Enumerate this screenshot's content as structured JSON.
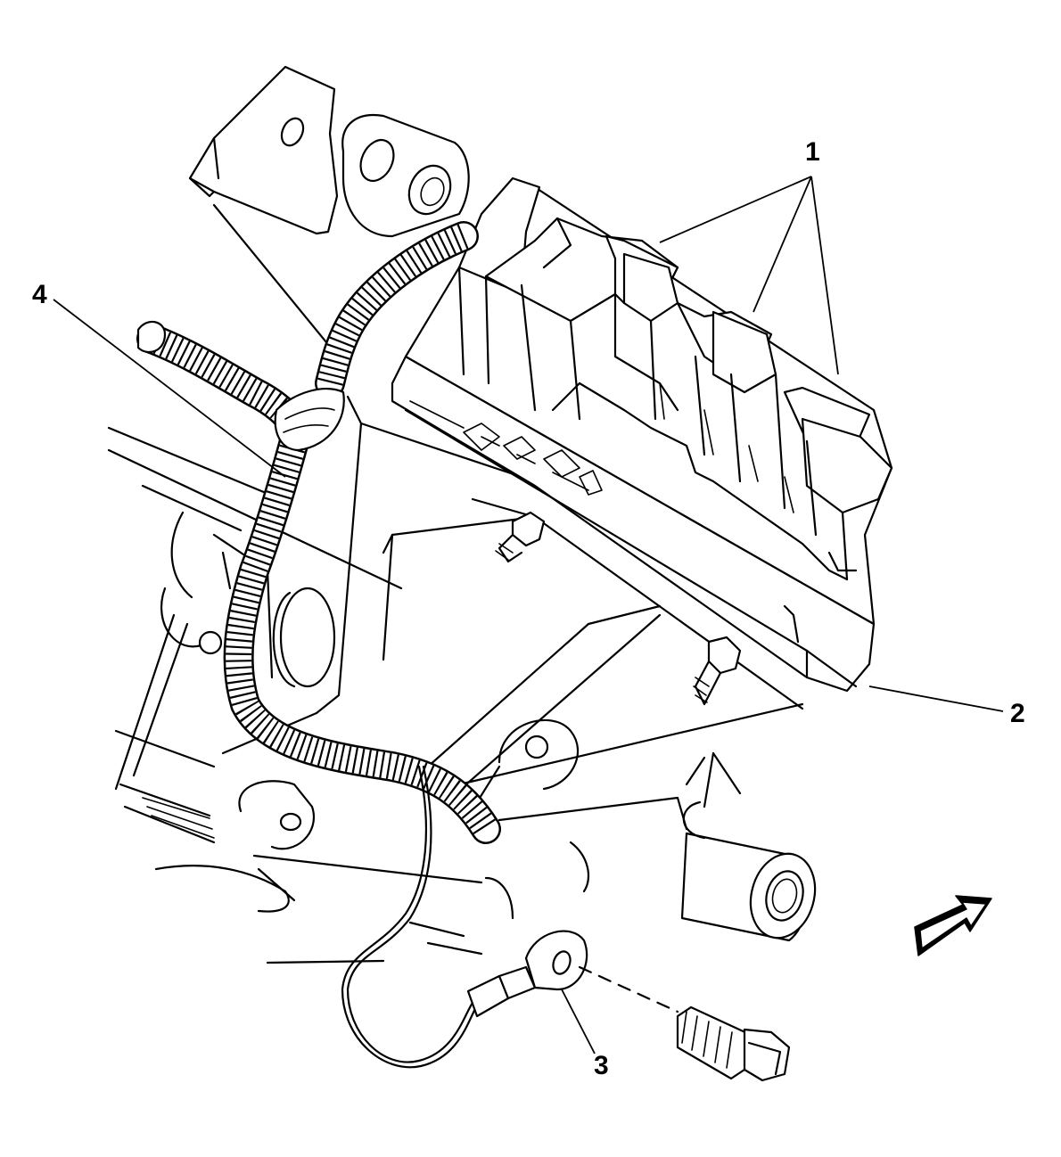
{
  "figure": {
    "callouts": [
      {
        "id": "1",
        "label": "1"
      },
      {
        "id": "2",
        "label": "2"
      },
      {
        "id": "3",
        "label": "3"
      },
      {
        "id": "4",
        "label": "4"
      }
    ],
    "direction_icon": "arrow-front-icon"
  }
}
